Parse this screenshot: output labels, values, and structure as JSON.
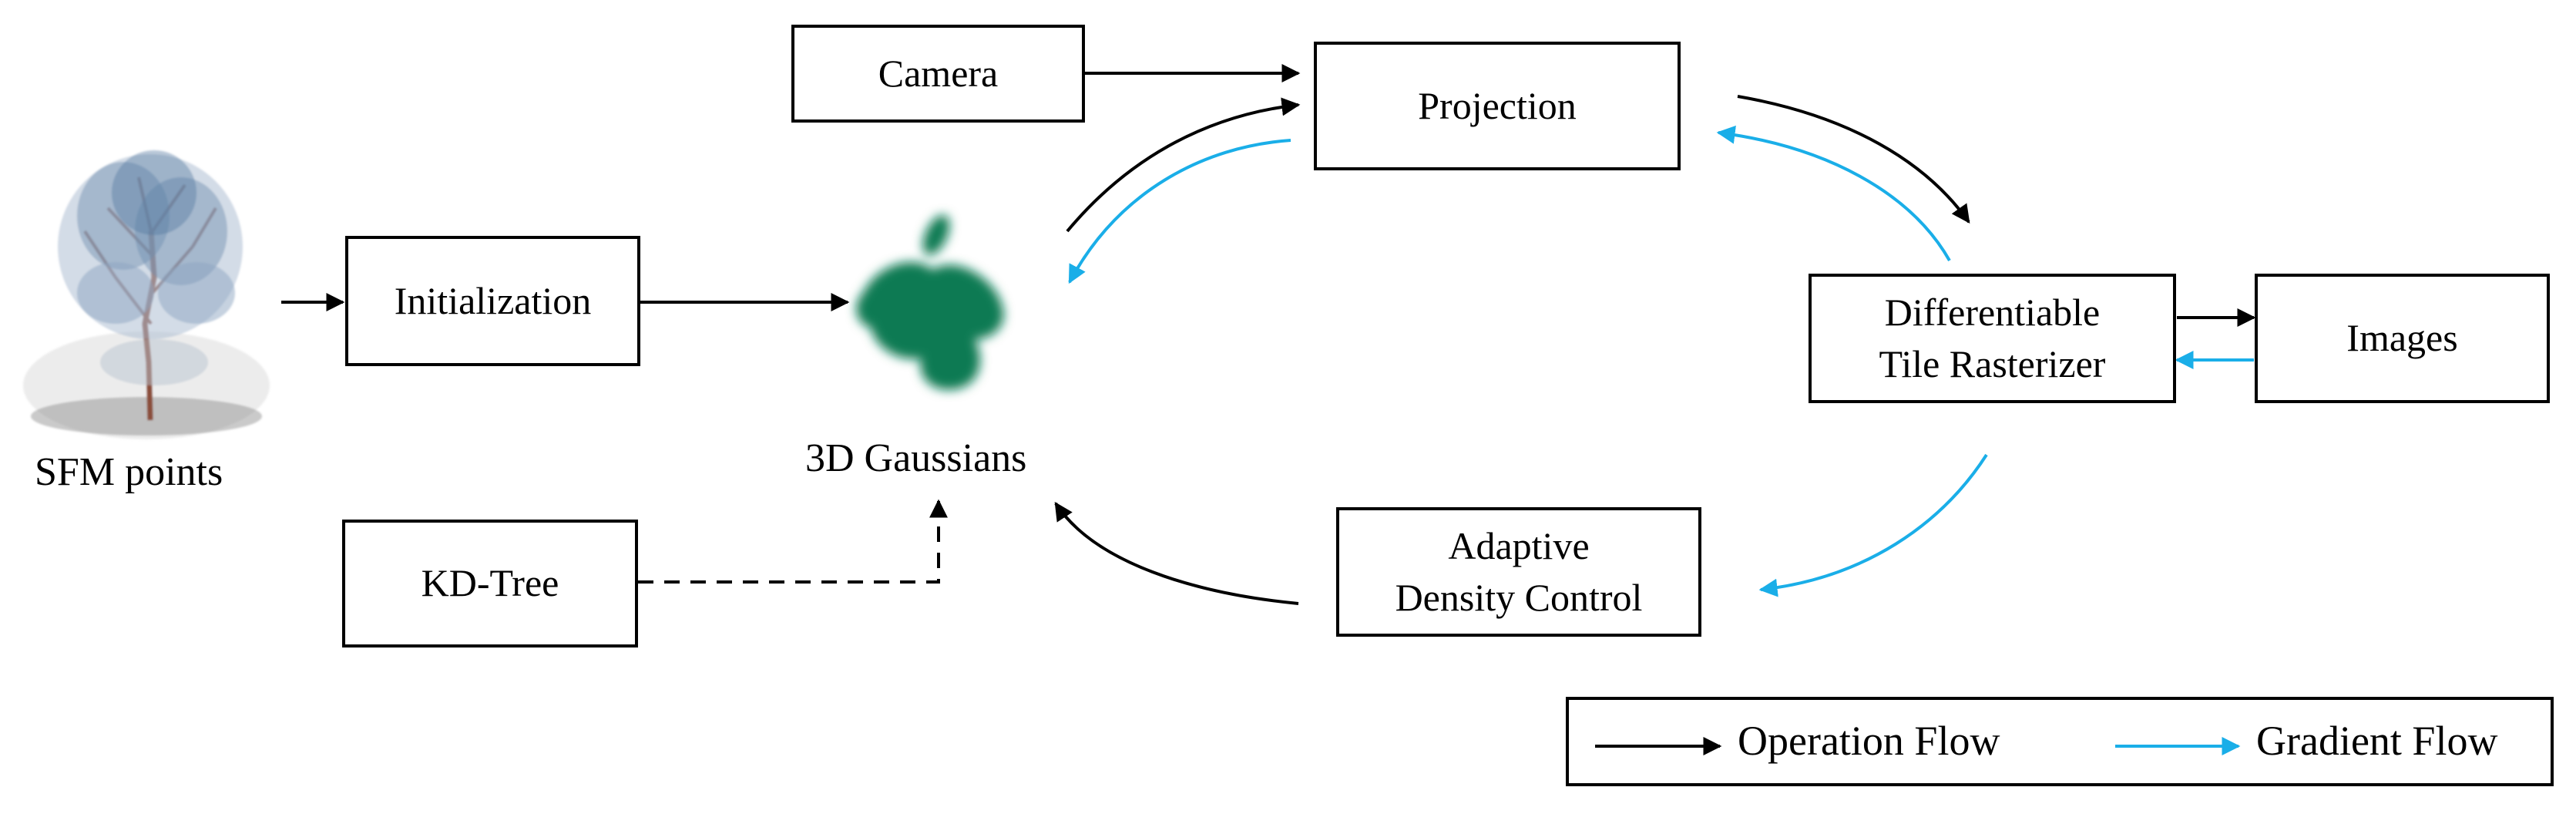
{
  "nodes": {
    "camera": "Camera",
    "projection": "Projection",
    "initialization": "Initialization",
    "kdtree": "KD-Tree",
    "rasterizer_line1": "Differentiable",
    "rasterizer_line2": "Tile Rasterizer",
    "images": "Images",
    "adc_line1": "Adaptive",
    "adc_line2": "Density Control"
  },
  "labels": {
    "sfm_points": "SFM points",
    "gaussians": "3D Gaussians"
  },
  "legend": {
    "operation": "Operation Flow",
    "gradient": "Gradient Flow"
  },
  "colors": {
    "operation_flow": "#000000",
    "gradient_flow": "#1aaee8",
    "gaussian": "#0e7a52",
    "tree": "#6f8fb0"
  },
  "icons": {
    "sfm": "point-cloud-tree-icon",
    "gaussians": "gaussian-blob-icon"
  }
}
